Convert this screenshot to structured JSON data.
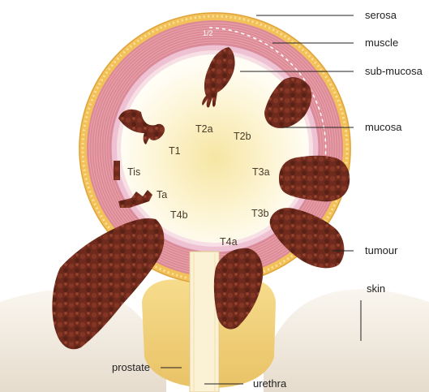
{
  "labels": {
    "serosa": "serosa",
    "muscle": "muscle",
    "submucosa": "sub-mucosa",
    "mucosa": "mucosa",
    "tumour": "tumour",
    "skin": "skin",
    "prostate": "prostate",
    "urethra": "urethra"
  },
  "stages": {
    "t2a": "T2a",
    "t2b": "T2b",
    "t1": "T1",
    "tis": "Tis",
    "ta": "Ta",
    "t3a": "T3a",
    "t3b": "T3b",
    "t4b": "T4b",
    "t4a": "T4a"
  },
  "half_marker": "1/2",
  "colors": {
    "serosa": "#f2c15a",
    "muscle": "#dc8a96",
    "submucosa": "#eec2d2",
    "lumen": "#fdf6d0",
    "tumour": "#6e2a1c",
    "skin": "#f1e9dc",
    "prostate": "#f3d27a"
  }
}
